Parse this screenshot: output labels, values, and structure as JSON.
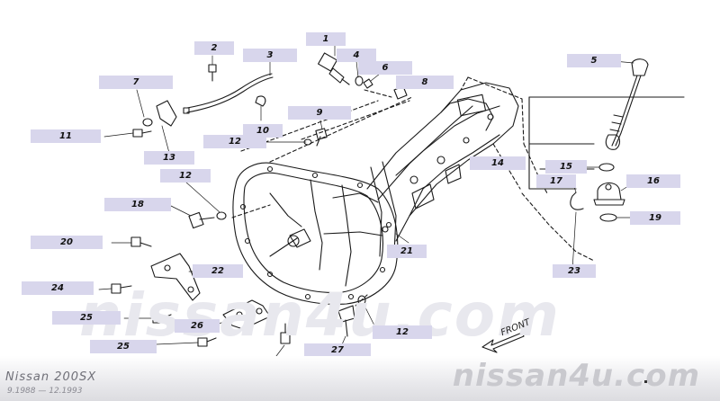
{
  "callouts": [
    {
      "id": "1",
      "label": "1"
    },
    {
      "id": "2",
      "label": "2"
    },
    {
      "id": "3",
      "label": "3"
    },
    {
      "id": "4",
      "label": "4"
    },
    {
      "id": "5",
      "label": "5"
    },
    {
      "id": "6",
      "label": "6"
    },
    {
      "id": "7",
      "label": "7"
    },
    {
      "id": "8",
      "label": "8"
    },
    {
      "id": "9",
      "label": "9"
    },
    {
      "id": "10",
      "label": "10"
    },
    {
      "id": "11",
      "label": "11"
    },
    {
      "id": "12a",
      "label": "12"
    },
    {
      "id": "12b",
      "label": "12"
    },
    {
      "id": "12c",
      "label": "12"
    },
    {
      "id": "13",
      "label": "13"
    },
    {
      "id": "14",
      "label": "14"
    },
    {
      "id": "15",
      "label": "15"
    },
    {
      "id": "16",
      "label": "16"
    },
    {
      "id": "17",
      "label": "17"
    },
    {
      "id": "18",
      "label": "18"
    },
    {
      "id": "19",
      "label": "19"
    },
    {
      "id": "20a",
      "label": "20"
    },
    {
      "id": "20b",
      "label": "20"
    },
    {
      "id": "21",
      "label": "21"
    },
    {
      "id": "22",
      "label": "22"
    },
    {
      "id": "23",
      "label": "23"
    },
    {
      "id": "24",
      "label": "24"
    },
    {
      "id": "25a",
      "label": "25"
    },
    {
      "id": "25b",
      "label": "25"
    },
    {
      "id": "26",
      "label": "26"
    },
    {
      "id": "27",
      "label": "27"
    }
  ],
  "direction_label": "FRONT",
  "watermark_mid": "nissan4u.com",
  "brand": "nissan4u.com",
  "model": "Nissan 200SX",
  "years": "9.1988  —  12.1993"
}
